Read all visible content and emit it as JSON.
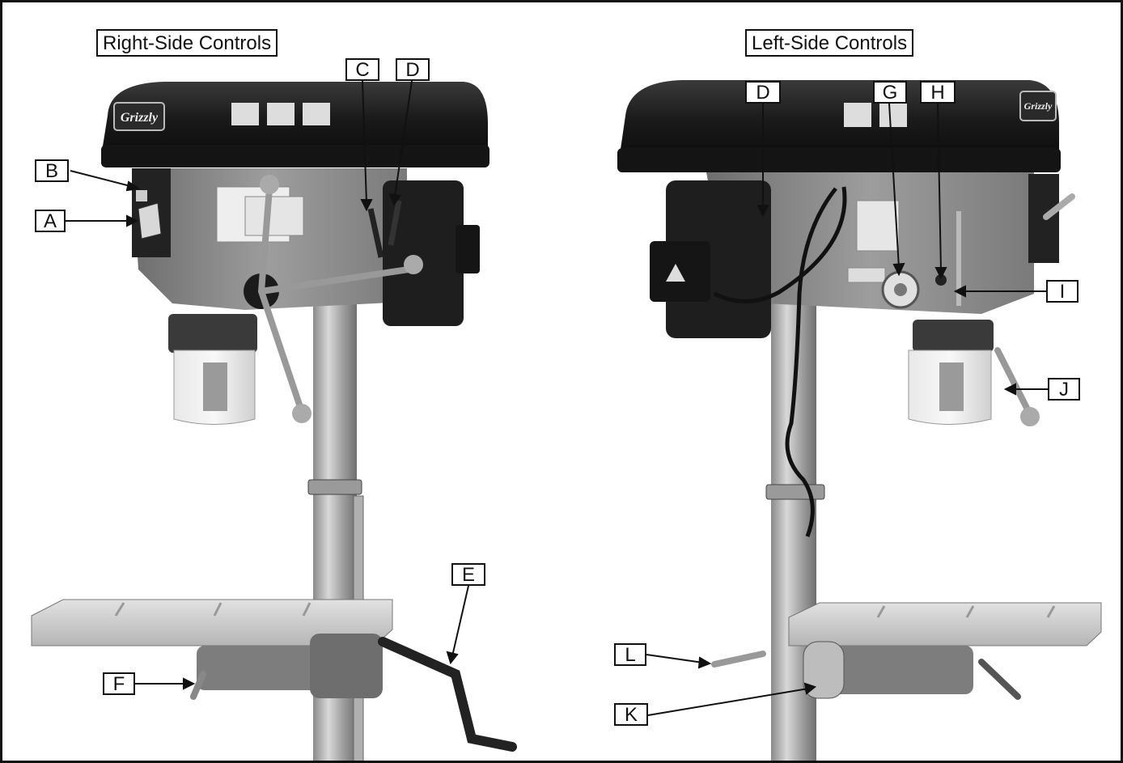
{
  "captions": {
    "right_side": "Right-Side Controls",
    "left_side": "Left-Side Controls"
  },
  "callouts": {
    "A": "A",
    "B": "B",
    "C": "C",
    "D_right": "D",
    "E": "E",
    "F": "F",
    "D_left": "D",
    "G": "G",
    "H": "H",
    "I": "I",
    "J": "J",
    "K": "K",
    "L": "L"
  },
  "brand": {
    "logo_text_right": "Grizzly",
    "logo_text_left": "Grizzly"
  },
  "colors": {
    "ink": "#111111",
    "head_black": "#1d1d1d",
    "body_gray": "#8f8f8f",
    "column_gray": "#a9a9a9",
    "table_light": "#d9d9d9"
  }
}
